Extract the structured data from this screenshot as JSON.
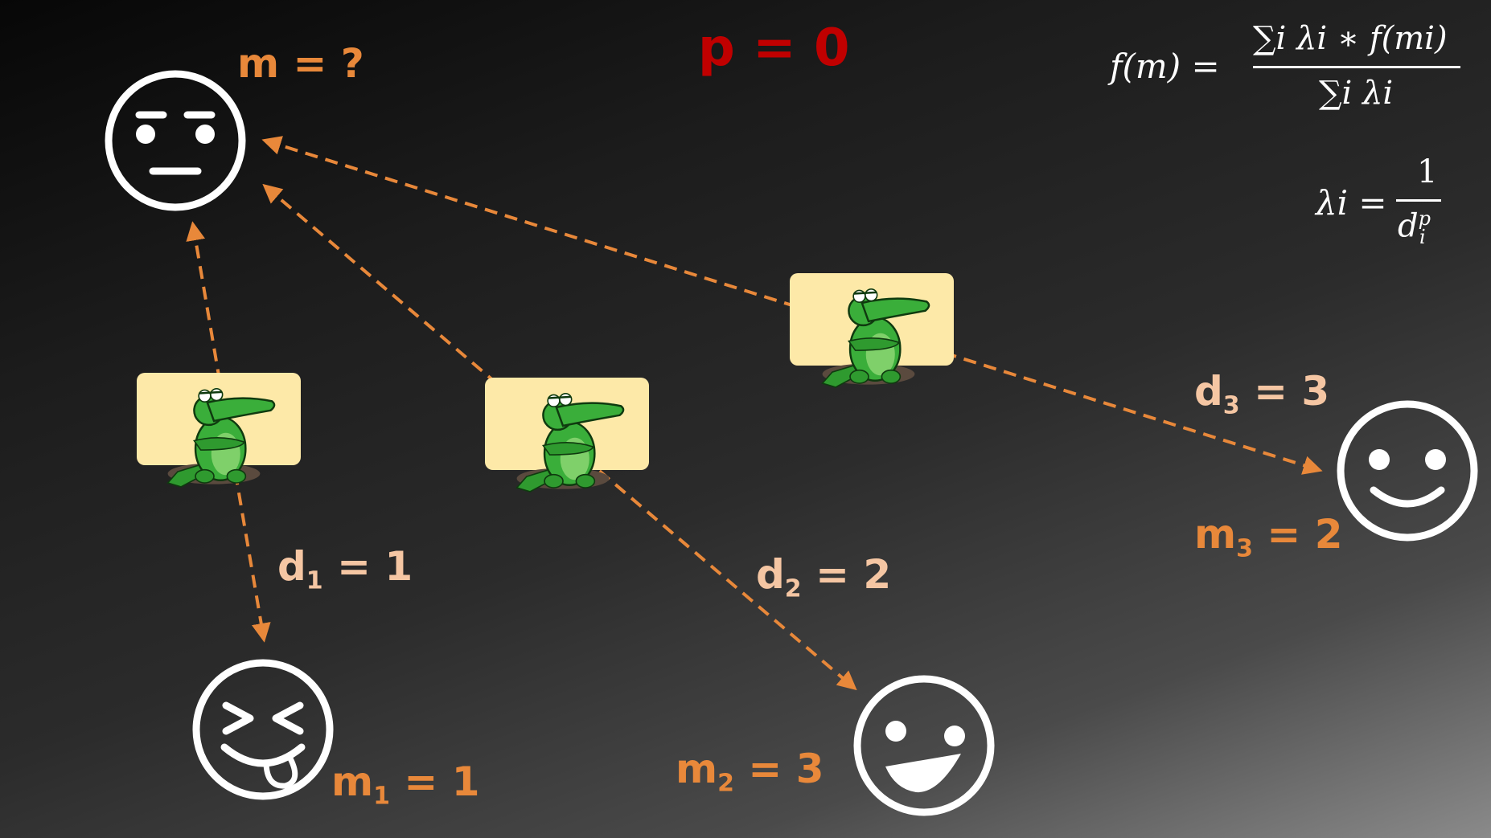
{
  "title": "p = 0",
  "query": {
    "label": "m = ?",
    "face": "neutral-face-icon"
  },
  "neighbors": [
    {
      "d_label": "d",
      "d_sub": "1",
      "d_value": "= 1",
      "m_label": "m",
      "m_sub": "1",
      "m_value": "= 1",
      "face": "tongue-out-face-icon"
    },
    {
      "d_label": "d",
      "d_sub": "2",
      "d_value": "= 2",
      "m_label": "m",
      "m_sub": "2",
      "m_value": "= 3",
      "face": "grin-face-icon"
    },
    {
      "d_label": "d",
      "d_sub": "3",
      "d_value": "= 3",
      "m_label": "m",
      "m_sub": "3",
      "m_value": "= 2",
      "face": "smile-face-icon"
    }
  ],
  "formula": {
    "lhs": "f(m) =",
    "numerator": "∑i λi ∗ f(mi)",
    "denominator": "∑i λi",
    "lambda_lhs": "λi =",
    "lambda_num": "1",
    "lambda_den": "d"
  },
  "colors": {
    "accent": "#e8883a",
    "distance": "#f5c6a3",
    "title": "#c00000",
    "face": "#ffffff",
    "card": "#fde9a8",
    "croc": "#3aae3a"
  }
}
